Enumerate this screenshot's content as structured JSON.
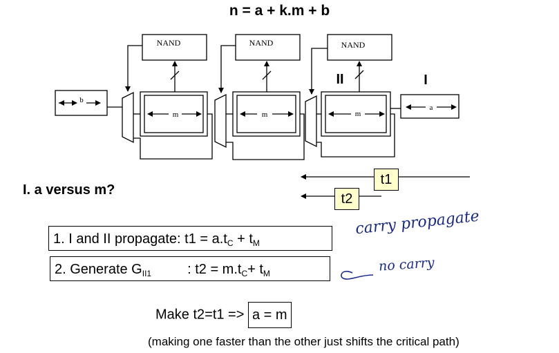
{
  "title": "n = a + k.m + b",
  "diagram": {
    "nand_labels": [
      "NAND",
      "NAND",
      "NAND"
    ],
    "reg_b": "b",
    "reg_m": [
      "m",
      "m",
      "m"
    ],
    "reg_a": "a",
    "label_II": "II",
    "label_I": "I"
  },
  "timing": {
    "t1": "t1",
    "t2": "t2"
  },
  "question": "I. a versus m?",
  "cases": {
    "c1": {
      "prefix": "1.  I and II propagate: t1 =  a.t",
      "sub1": "C",
      "mid": " + t",
      "sub2": "M"
    },
    "c2": {
      "prefix": "2. Generate G",
      "sub0": "II1",
      "eq": ": t2 = m.t",
      "sub1": "C",
      "mid": "+ t",
      "sub2": "M"
    }
  },
  "handwriting": {
    "carry_propagate": "carry propagate",
    "no_carry": "no carry"
  },
  "make": {
    "prefix": "Make t2=t1 => ",
    "boxed": "a = m"
  },
  "note": "(making one faster than the other just shifts the critical path)"
}
